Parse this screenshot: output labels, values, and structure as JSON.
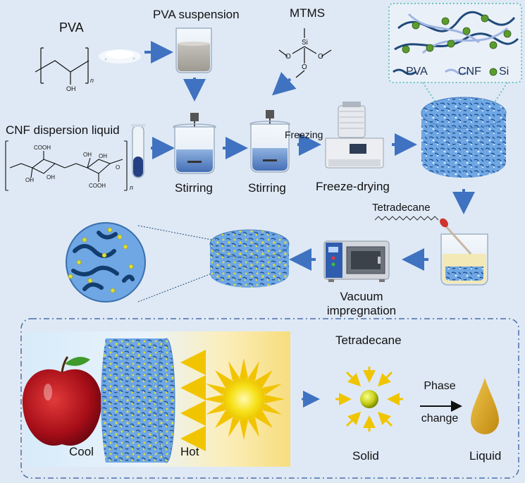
{
  "labels": {
    "pva": "PVA",
    "pva_suspension": "PVA suspension",
    "mtms": "MTMS",
    "cnf_dispersion": "CNF dispersion liquid",
    "stirring_1": "Stirring",
    "stirring_2": "Stirring",
    "freezing": "Freezing",
    "freeze_drying": "Freeze-drying",
    "tetradecane_top": "Tetradecane",
    "vacuum_impregnation_1": "Vacuum",
    "vacuum_impregnation_2": "impregnation",
    "cool": "Cool",
    "hot": "Hot",
    "tetradecane_bottom": "Tetradecane",
    "phase_change_1": "Phase",
    "phase_change_2": "change",
    "solid": "Solid",
    "liquid": "Liquid"
  },
  "legend": {
    "pva": "PVA",
    "cnf": "CNF",
    "si": "Si"
  },
  "chemistry": {
    "pva_oh": "OH",
    "pva_n": "n",
    "mtms_o1": "O",
    "mtms_o2": "O",
    "mtms_o3": "O",
    "mtms_si": "Si",
    "cnf_cooh1": "COOH",
    "cnf_cooh2": "COOH",
    "cnf_oh1": "OH",
    "cnf_oh2": "OH",
    "cnf_oh3": "OH",
    "cnf_oh4": "OH",
    "cnf_o": "O",
    "cnf_n": "n"
  },
  "colors": {
    "background": "#dfe9f5",
    "arrow": "#3f72c0",
    "sponge": "#6ea6e3",
    "si_dot": "#d6d640",
    "apple": "#b51220",
    "sun": "#f5d800",
    "droplet": "#d7a21e",
    "panel_border": "#4a6fa8"
  }
}
